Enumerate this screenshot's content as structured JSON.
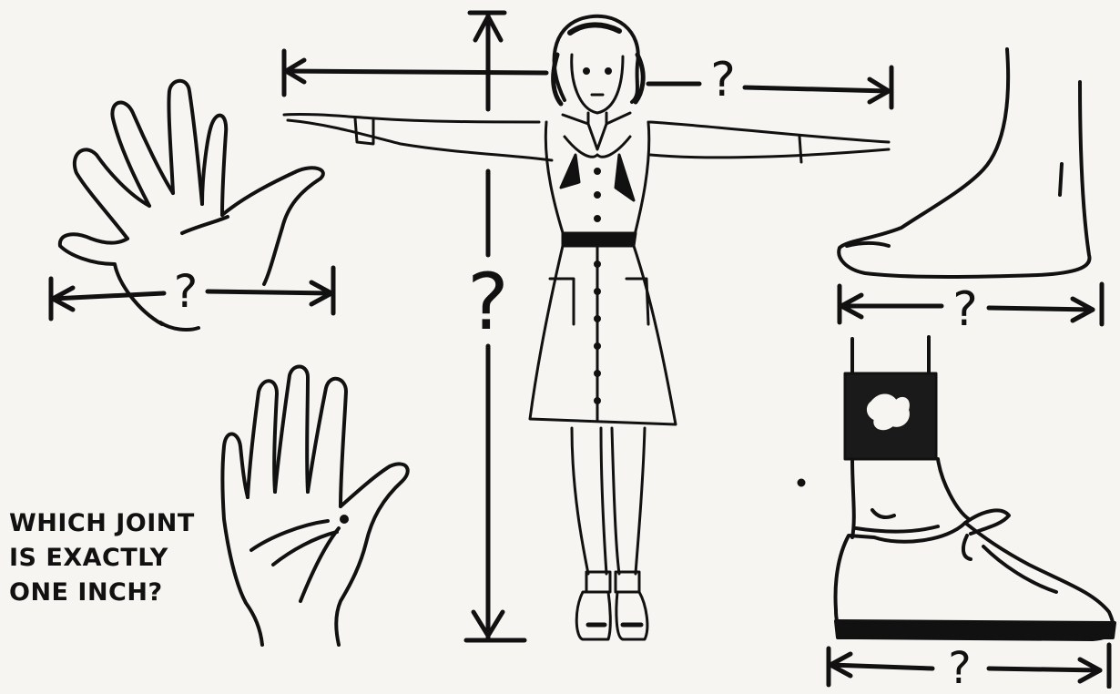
{
  "caption": {
    "line1": "WHICH JOINT",
    "line2": "IS EXACTLY",
    "line3": "ONE INCH?"
  },
  "labels": {
    "arm_span": "?",
    "height": "?",
    "hand_span": "?",
    "foot_length": "?",
    "shoe_length": "?"
  },
  "colors": {
    "ink": "#111111",
    "paper": "#f7f5f1"
  }
}
